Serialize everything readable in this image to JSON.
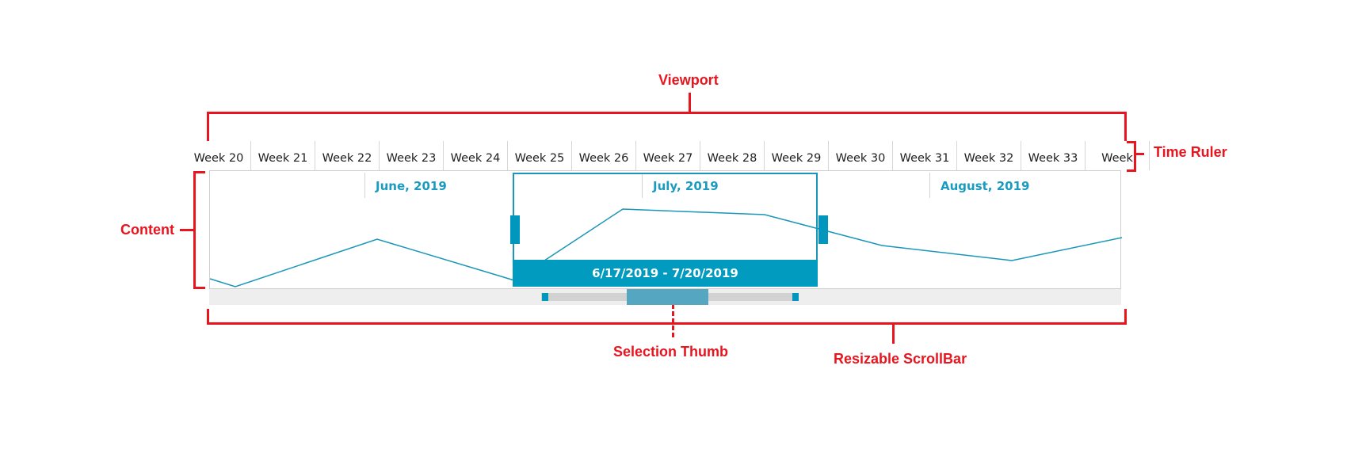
{
  "annotations": {
    "viewport": "Viewport",
    "time_ruler": "Time Ruler",
    "content": "Content",
    "selection_thumb": "Selection Thumb",
    "resizable_scrollbar": "Resizable ScrollBar"
  },
  "time_ruler": {
    "weeks": [
      "Week 20",
      "Week 21",
      "Week 22",
      "Week 23",
      "Week 24",
      "Week 25",
      "Week 26",
      "Week 27",
      "Week 28",
      "Week 29",
      "Week 30",
      "Week 31",
      "Week 32",
      "Week 33",
      "Week"
    ]
  },
  "content": {
    "months": [
      "June, 2019",
      "July, 2019",
      "August, 2019"
    ],
    "line_color": "#1a96b8"
  },
  "selection": {
    "range_label": "6/17/2019 - 7/20/2019",
    "color": "#009bbf"
  },
  "colors": {
    "annotation": "#e8141e",
    "accent": "#009bbf"
  }
}
